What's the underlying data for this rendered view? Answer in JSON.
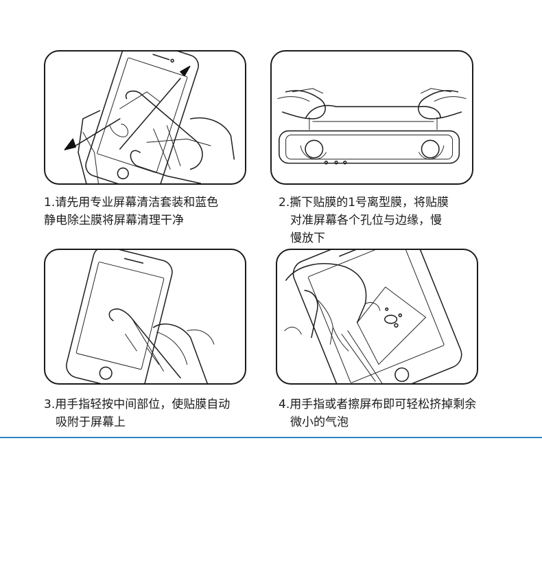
{
  "steps": [
    {
      "line1": "1.请先用专业屏幕清洁套装和蓝色",
      "line2": "静电除尘膜将屏幕清理干净",
      "line3": ""
    },
    {
      "line1": "2.撕下贴膜的1号离型膜，将贴膜",
      "line2": "对准屏幕各个孔位与边缘，慢",
      "line3": "慢放下"
    },
    {
      "line1": "3.用手指轻按中间部位，使贴膜自动",
      "line2": "吸附于屏幕上",
      "line3": ""
    },
    {
      "line1": "4.用手指或者擦屏布即可轻松挤掉剩余",
      "line2": "微小的气泡",
      "line3": ""
    }
  ]
}
